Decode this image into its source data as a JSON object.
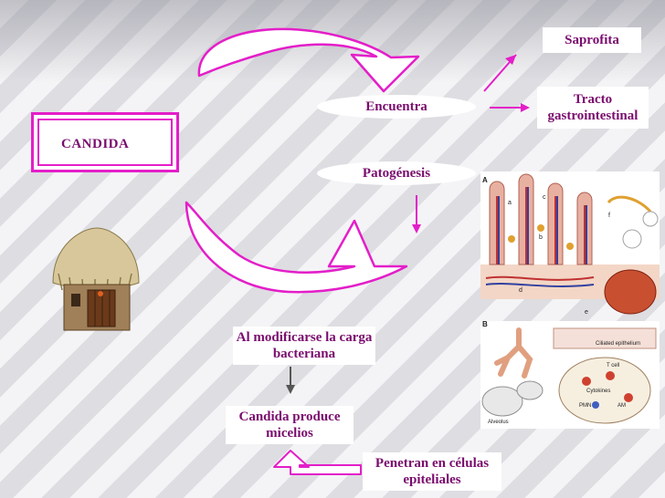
{
  "nodes": {
    "candida": "CANDIDA",
    "encuentra": "Encuentra",
    "patogenesis": "Patogénesis",
    "saprofita": "Saprofita",
    "tracto": "Tracto gastrointestinal",
    "modificarse": "Al modificarse la carga bacteriana",
    "micelios": "Candida produce micelios",
    "penetran": "Penetran en células epiteliales"
  },
  "figure_labels": {
    "panel_a": "A",
    "panel_b": "B",
    "label_a": "a",
    "label_b": "b",
    "label_c": "c",
    "label_d": "d",
    "label_e": "e",
    "label_f": "f",
    "ciliated": "Ciliated epithelium",
    "alveolus": "Alveolus",
    "t_cell": "T cell",
    "cytokines": "Cytokines",
    "pmn": "PMN",
    "am": "AM"
  },
  "colors": {
    "accent": "#e41ec9",
    "text": "#7a0d6e",
    "arrow_gray": "#555555"
  }
}
